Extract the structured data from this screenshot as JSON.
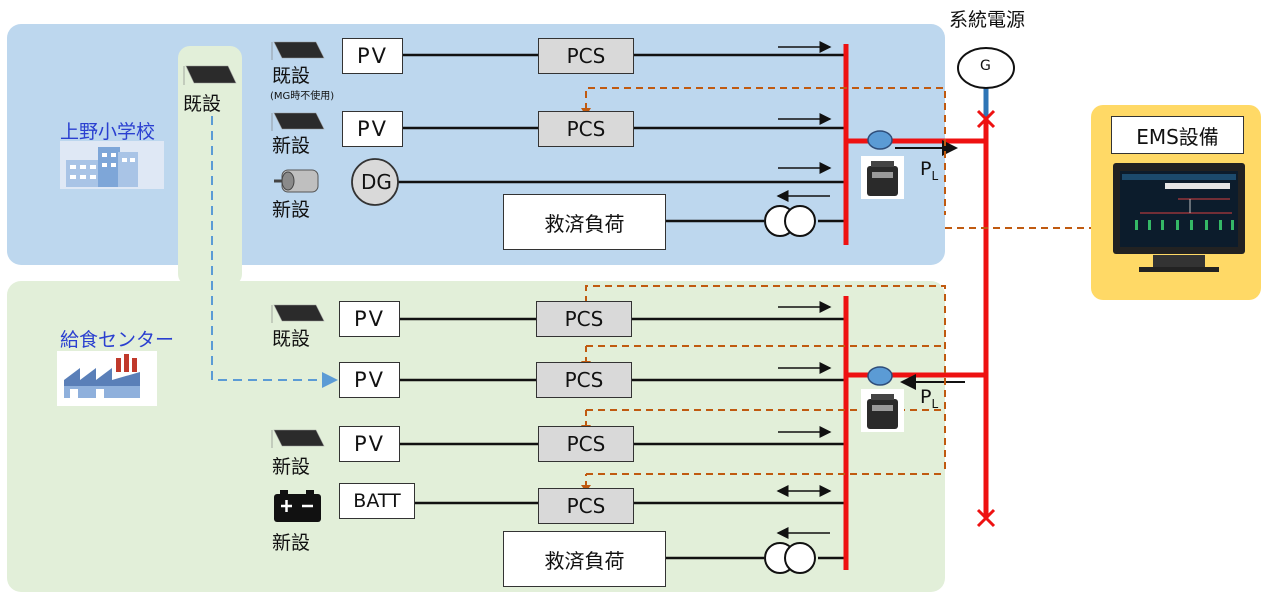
{
  "colors": {
    "school_zone": "#bdd7ee",
    "center_zone": "#e2efd9",
    "bus": "#ee1111",
    "control_line": "#c05a10",
    "link_line": "#5b9bd5",
    "ems_frame": "#ffd966"
  },
  "grid": {
    "title": "系統電源",
    "generator": "G"
  },
  "ems": {
    "title": "EMS設備"
  },
  "school": {
    "name": "上野小学校",
    "rows": [
      {
        "status": "既設",
        "note": "(MG時不使用)",
        "source": "PV",
        "pcs": "PCS",
        "icon": "solar-panel-icon"
      },
      {
        "status": "新設",
        "source": "PV",
        "pcs": "PCS",
        "icon": "solar-panel-icon"
      },
      {
        "status": "新設",
        "source": "DG",
        "icon": "diesel-generator-icon"
      }
    ],
    "load": "救済負荷",
    "pl": "P",
    "pl_sub": "L"
  },
  "center": {
    "name": "給食センター",
    "rows": [
      {
        "status": "既設",
        "source": "PV",
        "pcs": "PCS",
        "icon": "solar-panel-icon"
      },
      {
        "status": "",
        "source": "PV",
        "pcs": "PCS"
      },
      {
        "status": "新設",
        "source": "PV",
        "pcs": "PCS",
        "icon": "solar-panel-icon"
      },
      {
        "status": "新設",
        "source": "BATT",
        "pcs": "PCS",
        "icon": "battery-icon"
      }
    ],
    "load": "救済負荷",
    "pl": "P",
    "pl_sub": "L"
  },
  "shared": {
    "status": "既設"
  }
}
